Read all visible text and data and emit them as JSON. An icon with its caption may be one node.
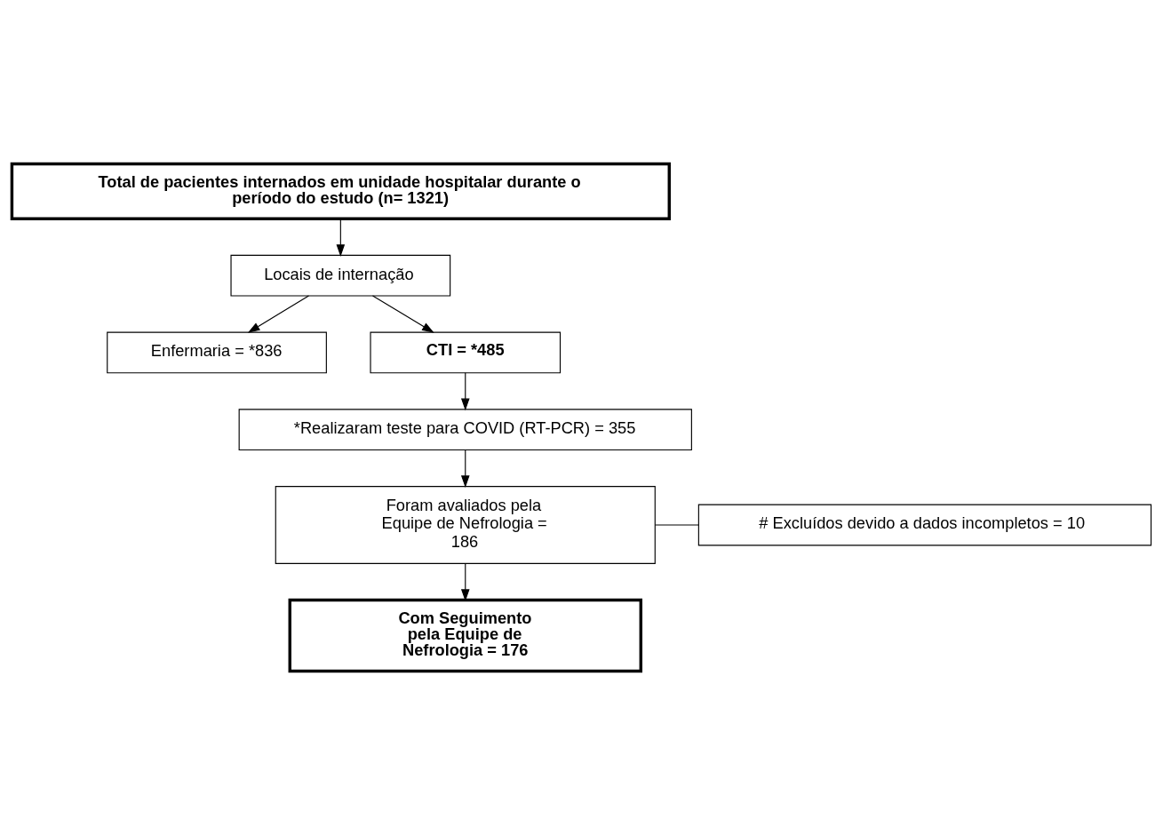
{
  "diagram": {
    "nodes": [
      {
        "text": [
          "Total de pacientes internados em unidade hospitalar durante o período do estudo (n= 1321)"
        ]
      },
      {
        "text": [
          "Locais de internação"
        ]
      },
      {
        "text": [
          "Enfermaria = *836"
        ]
      },
      {
        "text": [
          "CTI = *485"
        ]
      },
      {
        "text": [
          "*Realizaram teste para COVID (RT-PCR) = 355"
        ]
      },
      {
        "text": [
          "Foram avaliados pela Equipe de Nefrologia = 186"
        ]
      },
      {
        "text": [
          "# Excluídos devido a dados incompletos = 10"
        ]
      },
      {
        "text": [
          "Com Seguimento pela Equipe de Nefrologia = 176"
        ]
      }
    ],
    "edges": [
      {
        "from": 0,
        "to": 1,
        "arrow": "to"
      },
      {
        "from": 1,
        "to": 2,
        "arrow": "to"
      },
      {
        "from": 1,
        "to": 3,
        "arrow": "to"
      },
      {
        "from": 3,
        "to": 4,
        "arrow": "to"
      },
      {
        "from": 4,
        "to": 5,
        "arrow": "to"
      },
      {
        "from": 5,
        "to": 7,
        "arrow": "to"
      },
      {
        "from": 5,
        "to": 6,
        "arrow": "none"
      }
    ]
  }
}
